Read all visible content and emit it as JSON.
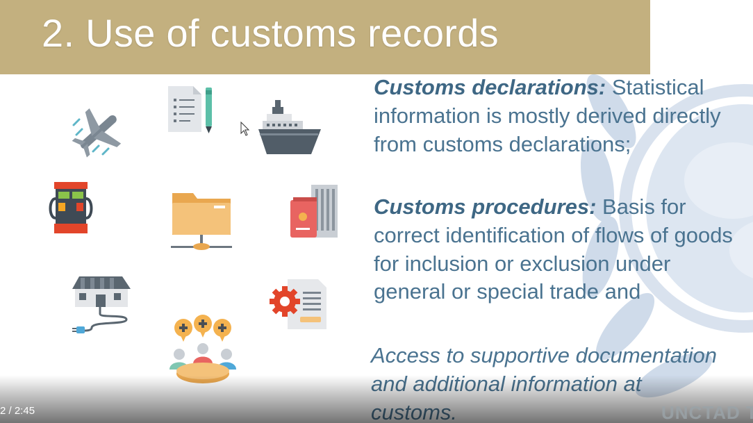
{
  "slide": {
    "title": "2. Use of customs records",
    "paragraphs": {
      "declarations": {
        "heading": "Customs declarations:",
        "body": "Statistical information is mostly derived directly from customs declarations;"
      },
      "procedures": {
        "heading": "Customs procedures:",
        "body": " Basis for correct identification of flows of goods for inclusion or exclusion under general or special trade and"
      },
      "access": {
        "body": "Access to supportive documentation and additional information at customs."
      }
    },
    "icons": [
      "airplane-icon",
      "document-pen-icon",
      "ship-icon",
      "fuel-pump-icon",
      "network-folder-icon",
      "passport-building-icon",
      "house-plug-icon",
      "gear-document-icon",
      "meeting-icon"
    ],
    "watermark_logo": "UNCTAD TRADE"
  },
  "player": {
    "timecode": "2 / 2:45"
  },
  "colors": {
    "title_bar": "#c3b07f",
    "text": "#4a7390"
  }
}
